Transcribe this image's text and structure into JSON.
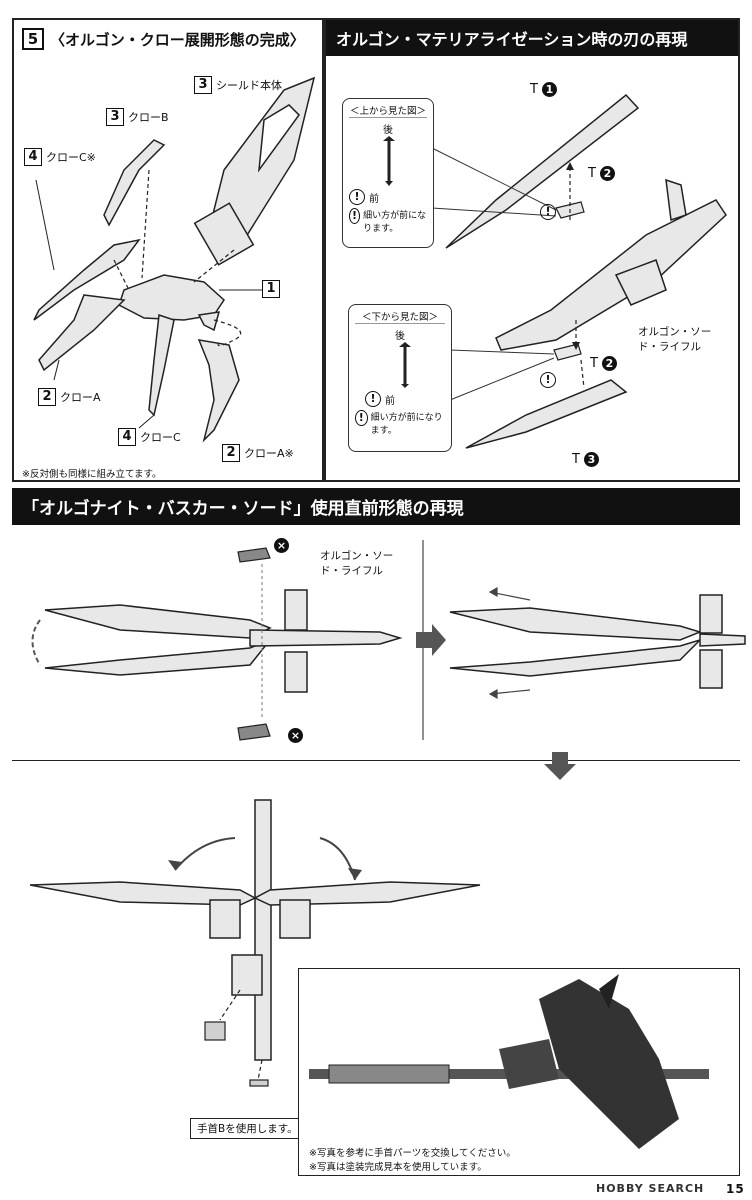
{
  "step5": {
    "number": "5",
    "title": "〈オルゴン・クロー展開形態の完成〉",
    "labels": {
      "shield_num": "3",
      "shield": "シールド本体",
      "claw_b_num": "3",
      "claw_b": "クローB",
      "claw_c_star_num": "4",
      "claw_c_star": "クローC※",
      "part1_num": "1",
      "claw_a_num": "2",
      "claw_a": "クローA",
      "claw_c_num": "4",
      "claw_c": "クローC",
      "claw_a_star_num": "2",
      "claw_a_star": "クローA※"
    },
    "note": "※反対側も同様に組み立てます。"
  },
  "materialization": {
    "title": "オルゴン・マテリアライゼーション時の刃の再現",
    "t1": "T",
    "t1_num": "1",
    "t2a": "T",
    "t2a_num": "2",
    "t2b": "T",
    "t2b_num": "2",
    "t3": "T",
    "t3_num": "3",
    "callout_top": {
      "caption": "＜上から見た図＞",
      "back": "後",
      "front": "前",
      "note": "細い方が前になります。"
    },
    "callout_bottom": {
      "caption": "＜下から見た図＞",
      "back": "後",
      "front": "前",
      "note": "細い方が前になります。"
    },
    "rifle_label": "オルゴン・ソード・ライフル"
  },
  "buster": {
    "title": "「オルゴナイト・バスカー・ソード」使用直前形態の再現",
    "rifle_label": "オルゴン・ソード・ライフル"
  },
  "bottom": {
    "hand_note": "手首Bを使用します。",
    "photo_note1": "※写真を参考に手首パーツを交換してください。",
    "photo_note2": "※写真は塗装完成見本を使用しています。",
    "brand": "HOBBY SEARCH",
    "page_number": "15"
  },
  "icons": [
    "exclamation-icon",
    "x-mark-icon",
    "arrow-right-icon",
    "arrow-down-icon",
    "rotate-icon"
  ]
}
